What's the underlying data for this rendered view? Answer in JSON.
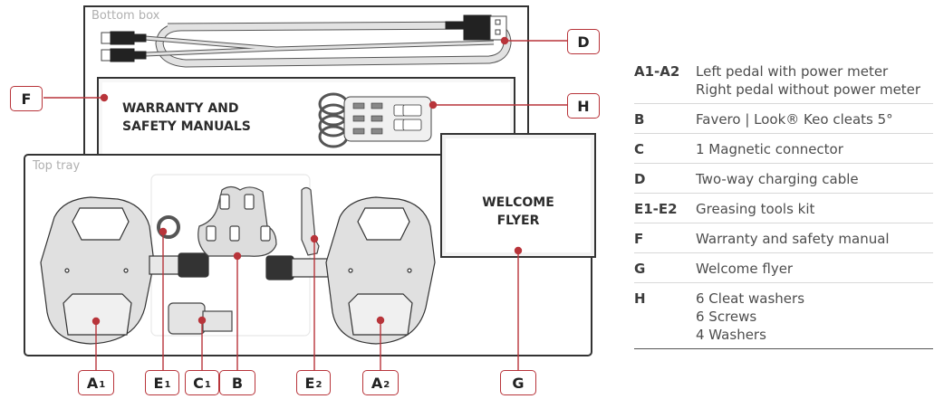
{
  "diagram": {
    "bottom_box_label": "Bottom box",
    "top_tray_label": "Top tray",
    "manuals_title": [
      "WARRANTY AND",
      "SAFETY MANUALS"
    ],
    "flyer_title": [
      "WELCOME",
      "FLYER"
    ],
    "accent_color": "#b8343a",
    "callouts": [
      {
        "id": "A1",
        "letter": "A",
        "sub": "1"
      },
      {
        "id": "E1",
        "letter": "E",
        "sub": "1"
      },
      {
        "id": "C1",
        "letter": "C",
        "sub": "1"
      },
      {
        "id": "B",
        "letter": "B",
        "sub": ""
      },
      {
        "id": "E2",
        "letter": "E",
        "sub": "2"
      },
      {
        "id": "A2",
        "letter": "A",
        "sub": "2"
      },
      {
        "id": "G",
        "letter": "G",
        "sub": ""
      },
      {
        "id": "D",
        "letter": "D",
        "sub": ""
      },
      {
        "id": "H",
        "letter": "H",
        "sub": ""
      },
      {
        "id": "F",
        "letter": "F",
        "sub": ""
      }
    ]
  },
  "legend": [
    {
      "key": "A1-A2",
      "lines": [
        "Left pedal with power meter",
        "Right pedal without power meter"
      ]
    },
    {
      "key": "B",
      "lines": [
        "Favero | Look® Keo cleats 5°"
      ]
    },
    {
      "key": "C",
      "lines": [
        "1 Magnetic connector"
      ]
    },
    {
      "key": "D",
      "lines": [
        "Two-way charging cable"
      ]
    },
    {
      "key": "E1-E2",
      "lines": [
        "Greasing tools kit"
      ]
    },
    {
      "key": "F",
      "lines": [
        "Warranty and safety manual"
      ]
    },
    {
      "key": "G",
      "lines": [
        "Welcome flyer"
      ]
    },
    {
      "key": "H",
      "lines": [
        "6 Cleat washers",
        "6 Screws",
        "4 Washers"
      ]
    }
  ]
}
